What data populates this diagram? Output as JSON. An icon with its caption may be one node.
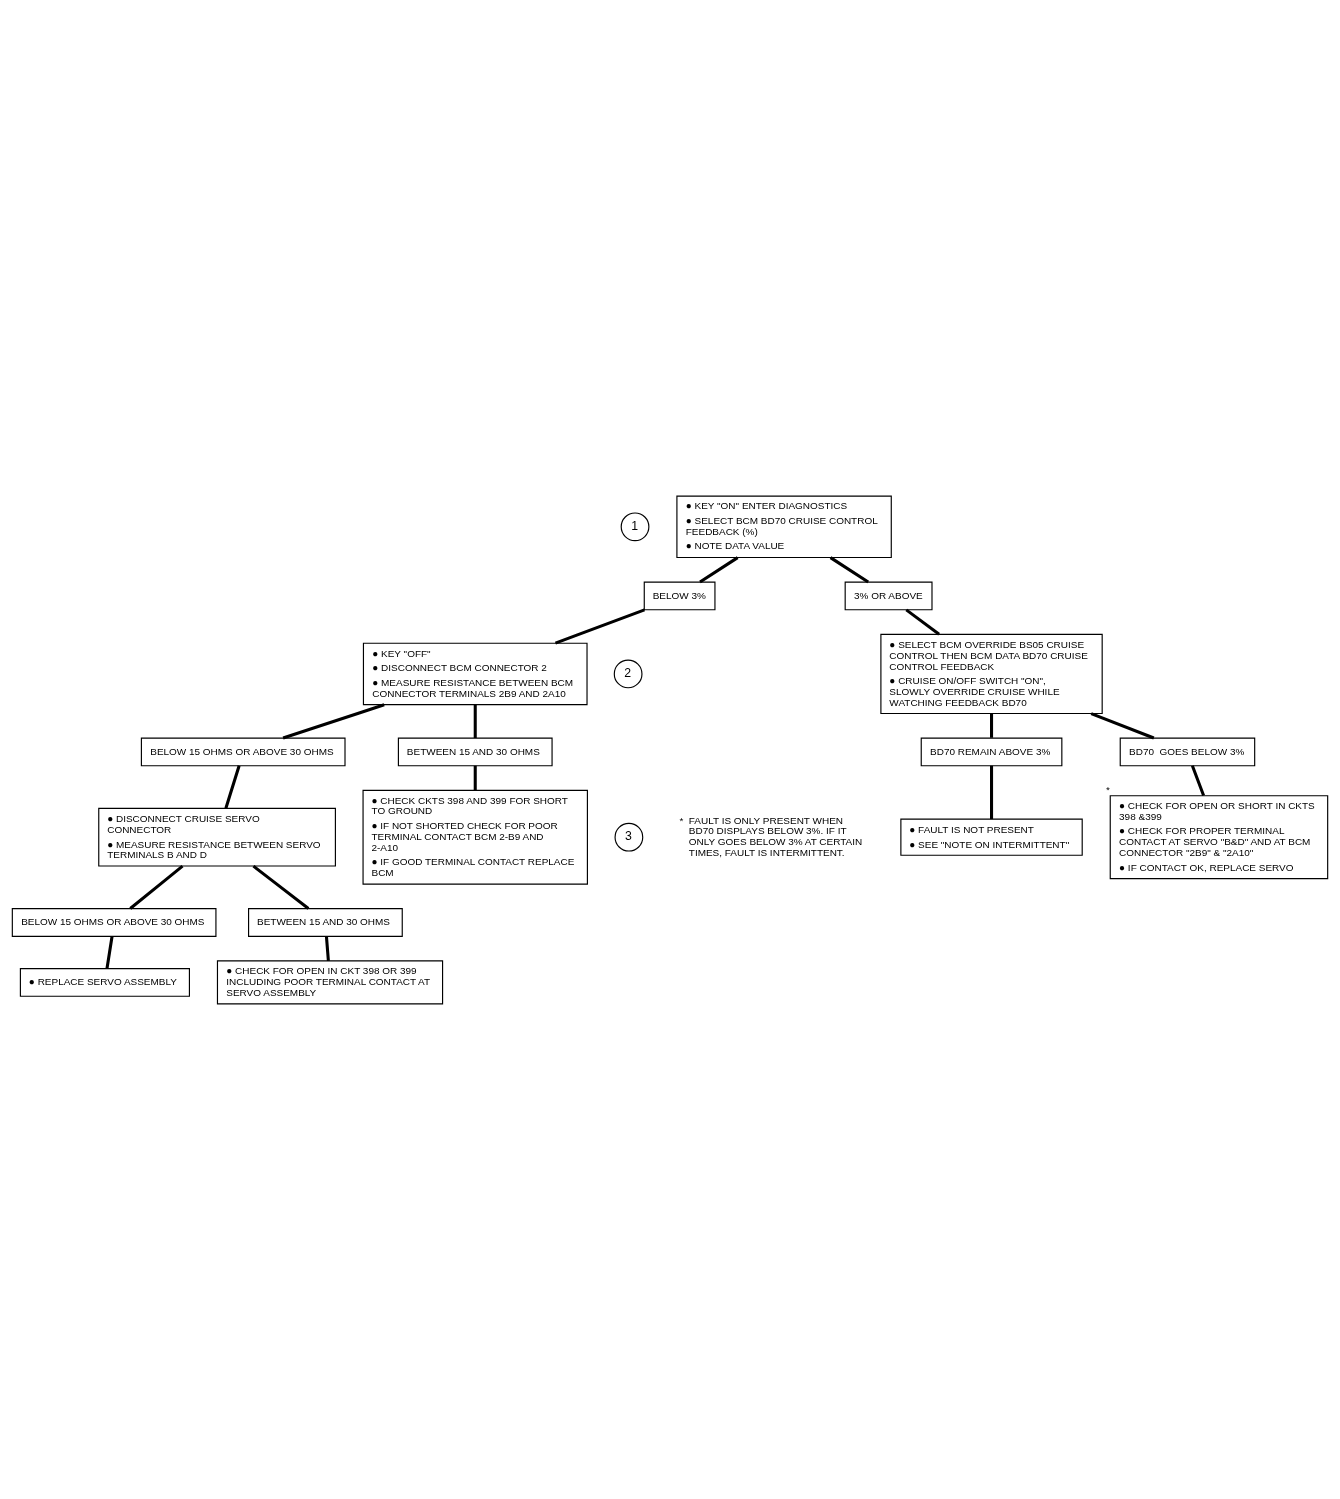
{
  "diagram": {
    "nodes": [
      {
        "text": [
          "1"
        ]
      },
      {
        "text": [
          "● KEY \"ON\" ENTER DIAGNOSTICS",
          "● SELECT BCM BD70 CRUISE CONTROL FEEDBACK (%)",
          "● NOTE DATA VALUE"
        ]
      },
      {
        "text": [
          "BELOW 3%"
        ]
      },
      {
        "text": [
          "3% OR ABOVE"
        ]
      },
      {
        "text": [
          "2"
        ]
      },
      {
        "text": [
          "● KEY \"OFF\"",
          "● DISCONNECT BCM CONNECTOR 2",
          "● MEASURE RESISTANCE BETWEEN BCM CONNECTOR TERMINALS 2B9 AND 2A10"
        ]
      },
      {
        "text": [
          "● SELECT BCM OVERRIDE BS05 CRUISE CONTROL THEN BCM DATA BD70 CRUISE CONTROL FEEDBACK",
          "● CRUISE ON/OFF SWITCH \"ON\", SLOWLY OVERRIDE CRUISE WHILE WATCHING FEEDBACK BD70"
        ]
      },
      {
        "text": [
          "BELOW 15 OHMS OR ABOVE 30 OHMS"
        ]
      },
      {
        "text": [
          "BETWEEN 15 AND 30 OHMS"
        ]
      },
      {
        "text": [
          "3"
        ]
      },
      {
        "text": [
          "● DISCONNECT CRUISE SERVO CONNECTOR",
          "● MEASURE RESISTANCE BETWEEN SERVO TERMINALS B AND D"
        ]
      },
      {
        "text": [
          "● CHECK CKTS 398 AND 399 FOR SHORT TO GROUND",
          "● IF NOT SHORTED CHECK FOR POOR TERMINAL CONTACT BCM 2-B9 AND 2-A10",
          "● IF GOOD TERMINAL CONTACT REPLACE BCM"
        ]
      },
      {
        "text": [
          "BELOW 15 OHMS OR ABOVE 30 OHMS"
        ]
      },
      {
        "text": [
          "BETWEEN 15 AND 30 OHMS"
        ]
      },
      {
        "text": [
          "● REPLACE SERVO ASSEMBLY"
        ]
      },
      {
        "text": [
          "● CHECK FOR OPEN IN CKT 398 OR 399 INCLUDING POOR TERMINAL CONTACT AT SERVO ASSEMBLY"
        ]
      },
      {
        "text": [
          "BD70 REMAIN ABOVE 3%"
        ]
      },
      {
        "text": [
          "BD70  GOES BELOW 3%"
        ]
      },
      {
        "text": [
          "● FAULT IS NOT PRESENT",
          "● SEE \"NOTE ON INTERMITTENT\""
        ]
      },
      {
        "text": [
          "● CHECK FOR OPEN OR SHORT IN CKTS 398 &399",
          "● CHECK FOR PROPER TERMINAL CONTACT AT SERVO \"B&D\" AND AT BCM CONNECTOR \"2B9\" & \"2A10\"",
          "● IF CONTACT OK, REPLACE SERVO"
        ],
        "beside": [
          "*"
        ]
      }
    ],
    "edges": [
      {
        "from": 1,
        "to": 2,
        "arrow": "none"
      },
      {
        "from": 1,
        "to": 3,
        "arrow": "none"
      },
      {
        "from": 2,
        "to": 5,
        "arrow": "none"
      },
      {
        "from": 3,
        "to": 6,
        "arrow": "none"
      },
      {
        "from": 5,
        "to": 7,
        "arrow": "none"
      },
      {
        "from": 5,
        "to": 8,
        "arrow": "none"
      },
      {
        "from": 7,
        "to": 10,
        "arrow": "none"
      },
      {
        "from": 8,
        "to": 11,
        "arrow": "none"
      },
      {
        "from": 10,
        "to": 12,
        "arrow": "none"
      },
      {
        "from": 10,
        "to": 13,
        "arrow": "none"
      },
      {
        "from": 12,
        "to": 14,
        "arrow": "none"
      },
      {
        "from": 13,
        "to": 15,
        "arrow": "none"
      },
      {
        "from": 6,
        "to": 16,
        "arrow": "none"
      },
      {
        "from": 6,
        "to": 17,
        "arrow": "none"
      },
      {
        "from": 16,
        "to": 18,
        "arrow": "none"
      },
      {
        "from": 17,
        "to": 19,
        "arrow": "none"
      }
    ],
    "labels": [
      "*",
      "FAULT IS ONLY PRESENT WHEN BD70 DISPLAYS BELOW 3%. IF IT ONLY GOES BELOW 3% AT CERTAIN TIMES, FAULT IS INTERMITTENT."
    ]
  }
}
